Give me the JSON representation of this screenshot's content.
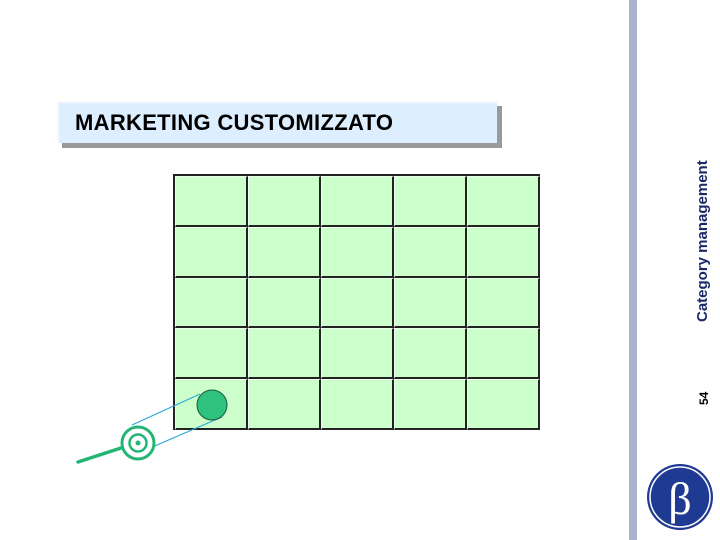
{
  "slide": {
    "title": "MARKETING CUSTOMIZZATO",
    "side_label": "Category management",
    "page_number": "54"
  },
  "grid": {
    "rows": 5,
    "columns": 5,
    "fill_color": "#ccffcc",
    "line_color": "#222222"
  },
  "logo": {
    "glyph": "β",
    "color": "#1f3a93"
  },
  "colors": {
    "accent_bar": "#a9b4cf",
    "title_box": "#ddeeff",
    "marker": "#2ec27e",
    "beam": "#2aa9d8"
  }
}
